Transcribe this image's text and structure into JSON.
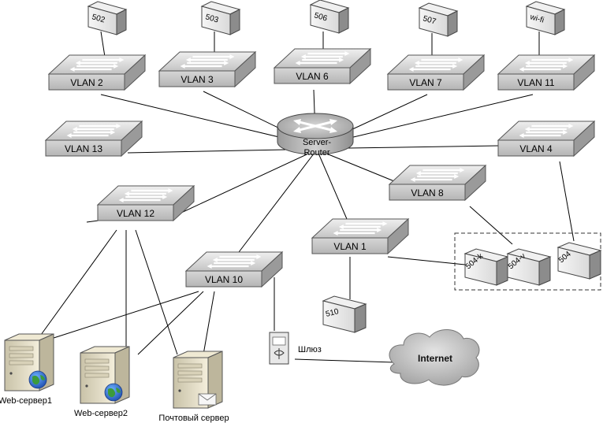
{
  "switches": [
    {
      "id": "vlan2",
      "label": "VLAN 2"
    },
    {
      "id": "vlan3",
      "label": "VLAN 3"
    },
    {
      "id": "vlan6",
      "label": "VLAN 6"
    },
    {
      "id": "vlan7",
      "label": "VLAN 7"
    },
    {
      "id": "vlan11",
      "label": "VLAN 11"
    },
    {
      "id": "vlan13",
      "label": "VLAN 13"
    },
    {
      "id": "vlan4",
      "label": "VLAN 4"
    },
    {
      "id": "vlan8",
      "label": "VLAN 8"
    },
    {
      "id": "vlan12",
      "label": "VLAN 12"
    },
    {
      "id": "vlan1",
      "label": "VLAN 1"
    },
    {
      "id": "vlan10",
      "label": "VLAN 10"
    }
  ],
  "router": {
    "label_line1": "Server-",
    "label_line2": "Router"
  },
  "rooms": [
    {
      "id": "r502",
      "label": "502"
    },
    {
      "id": "r503",
      "label": "503"
    },
    {
      "id": "r506",
      "label": "506"
    },
    {
      "id": "r507",
      "label": "507"
    },
    {
      "id": "rwifi",
      "label": "wi-fi"
    },
    {
      "id": "r504k",
      "label": "504-k"
    },
    {
      "id": "r504v",
      "label": "504-v"
    },
    {
      "id": "r504",
      "label": "504"
    },
    {
      "id": "r510",
      "label": "510"
    }
  ],
  "servers": [
    {
      "id": "web1",
      "label": "Web-сервер1"
    },
    {
      "id": "web2",
      "label": "Web-сервер2"
    },
    {
      "id": "mail",
      "label": "Почтовый сервер"
    }
  ],
  "gateway": {
    "label": "Шлюз"
  },
  "internet": {
    "label": "Internet"
  }
}
